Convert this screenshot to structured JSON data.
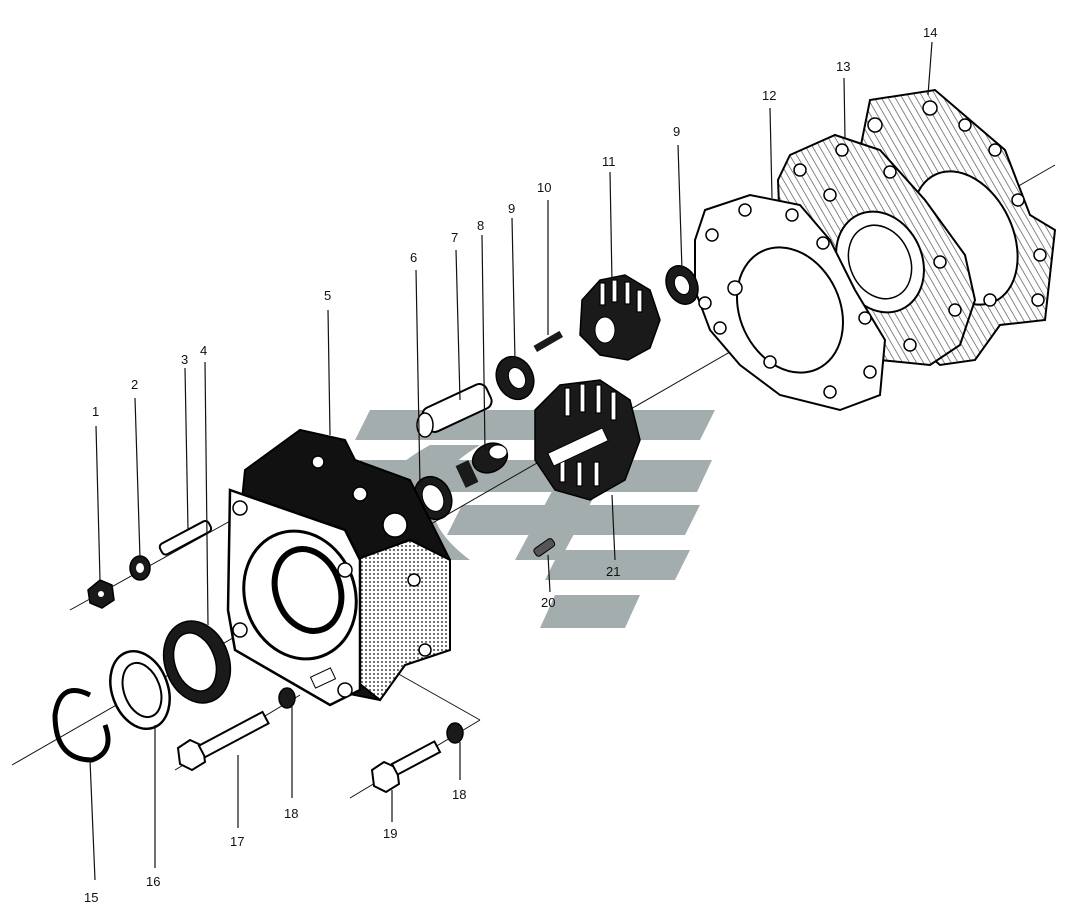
{
  "callouts": [
    {
      "id": "c1",
      "text": "1"
    },
    {
      "id": "c2",
      "text": "2"
    },
    {
      "id": "c3",
      "text": "3"
    },
    {
      "id": "c4",
      "text": "4"
    },
    {
      "id": "c5",
      "text": "5"
    },
    {
      "id": "c6",
      "text": "6"
    },
    {
      "id": "c7",
      "text": "7"
    },
    {
      "id": "c8",
      "text": "8"
    },
    {
      "id": "c9a",
      "text": "9"
    },
    {
      "id": "c10",
      "text": "10"
    },
    {
      "id": "c11",
      "text": "11"
    },
    {
      "id": "c9b",
      "text": "9"
    },
    {
      "id": "c12",
      "text": "12"
    },
    {
      "id": "c13",
      "text": "13"
    },
    {
      "id": "c14",
      "text": "14"
    },
    {
      "id": "c15",
      "text": "15"
    },
    {
      "id": "c16",
      "text": "16"
    },
    {
      "id": "c17",
      "text": "17"
    },
    {
      "id": "c18a",
      "text": "18"
    },
    {
      "id": "c18b",
      "text": "18"
    },
    {
      "id": "c19",
      "text": "19"
    },
    {
      "id": "c20",
      "text": "20"
    },
    {
      "id": "c21",
      "text": "21"
    }
  ],
  "watermark": {
    "color": "#9aa5a5"
  }
}
